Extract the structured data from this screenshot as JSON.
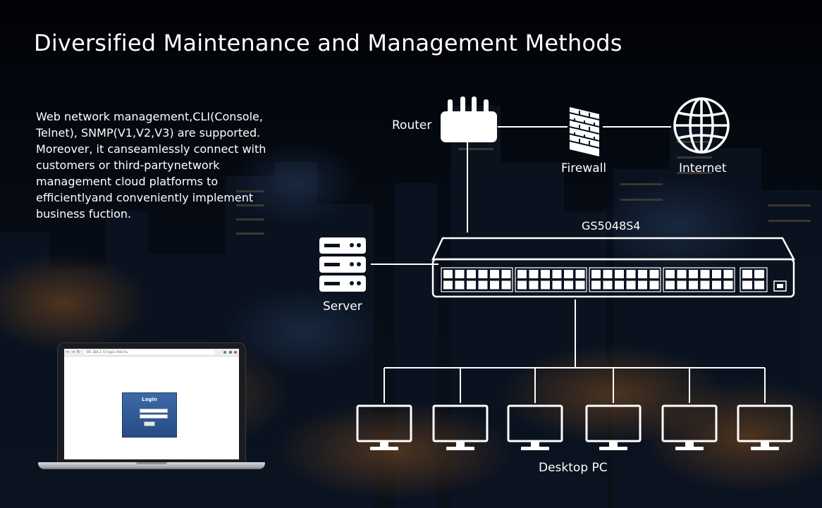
{
  "title": "Diversified Maintenance and Management Methods",
  "description": "Web network management,CLI(Console, Telnet), SNMP(V1,V2,V3) are supported. Moreover, it canseamlessly connect with customers or third-partynetwork management cloud platforms to efficientlyand conveniently implement business fuction.",
  "nodes": {
    "router": {
      "label": "Router",
      "icon": "router-icon"
    },
    "firewall": {
      "label": "Firewall",
      "icon": "firewall-icon"
    },
    "internet": {
      "label": "Internet",
      "icon": "globe-icon"
    },
    "switch": {
      "label": "GS5048S4",
      "icon": "switch-icon"
    },
    "server": {
      "label": "Server",
      "icon": "server-icon"
    },
    "desktop": {
      "label": "Desktop PC",
      "icon": "monitor-icon",
      "count": 6
    }
  },
  "laptop": {
    "url": "192.168.2.1/login.html?a=",
    "login_title": "Login"
  },
  "colors": {
    "line": "#ffffff",
    "background": "#05080f",
    "login_panel": "#2f5a96"
  }
}
